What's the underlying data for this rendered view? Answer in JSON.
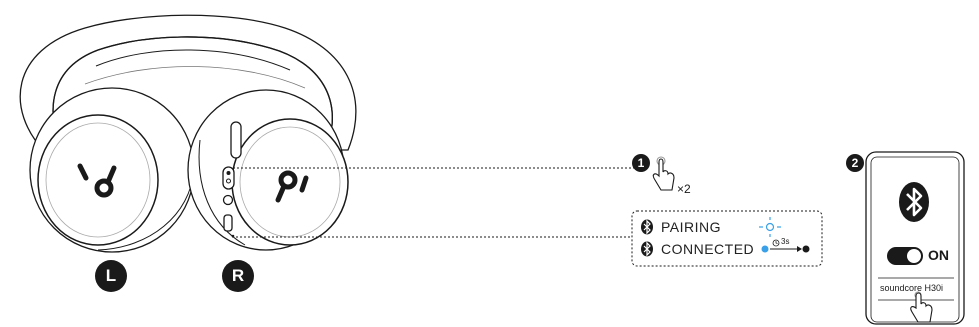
{
  "sides": {
    "left": "L",
    "right": "R"
  },
  "steps": {
    "first": "1",
    "second": "2"
  },
  "press_count": "×2",
  "status": {
    "pairing_label": "PAIRING",
    "connected_label": "CONNECTED",
    "hold_time": "3s",
    "bluetooth_icon": "bluetooth-icon",
    "blink_color": "#3aa0e8"
  },
  "phone": {
    "toggle_label": "ON",
    "device_name": "soundcore H30i"
  }
}
